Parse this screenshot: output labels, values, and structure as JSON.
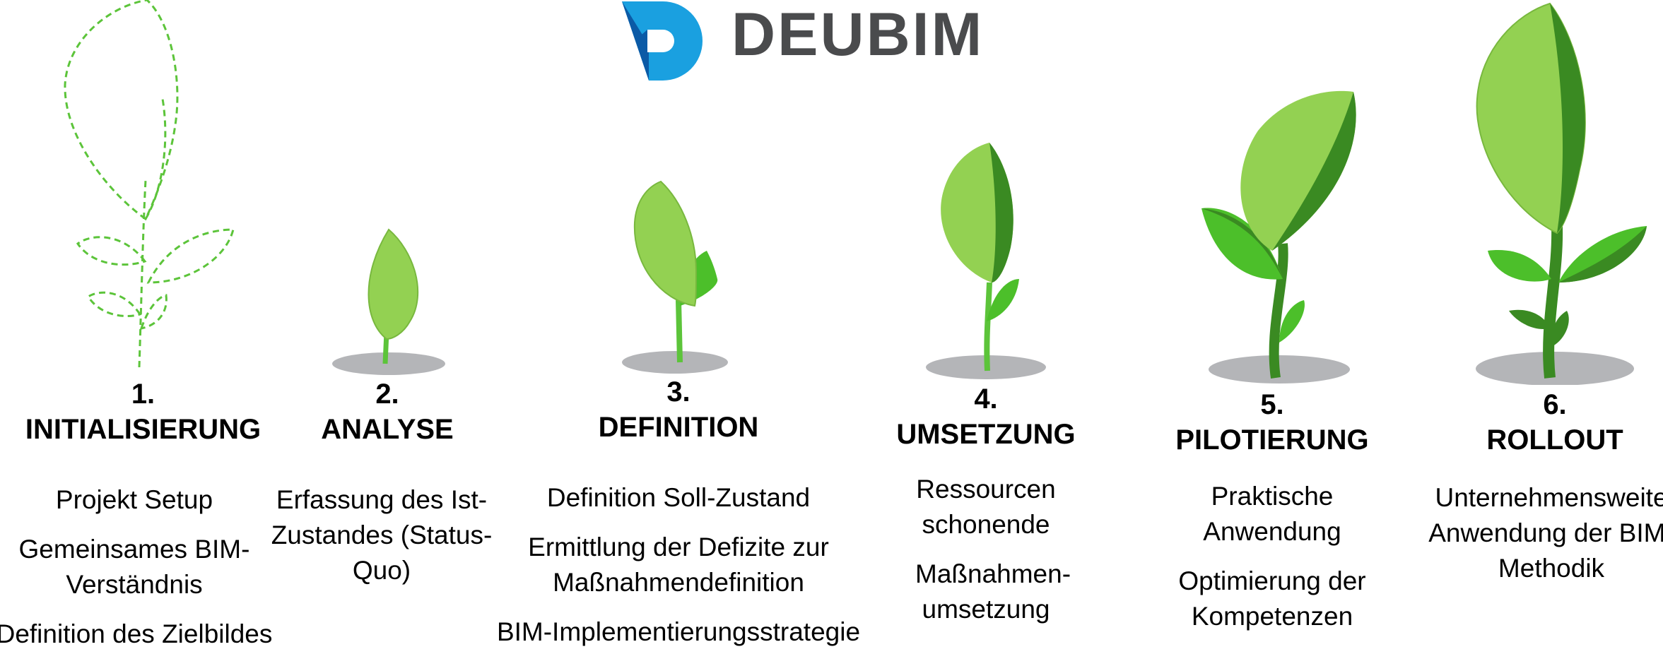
{
  "brand": {
    "name": "DEUBIM",
    "colors": {
      "logo_blue": "#1aa0e0",
      "logo_dark": "#0b5aa6",
      "text": "#4a4b4d"
    }
  },
  "colors": {
    "leaf_light": "#93d152",
    "leaf_mid": "#4cbf2a",
    "leaf_dark": "#3a8a22",
    "outline": "#5cc43a",
    "shadow": "#b4b5b8"
  },
  "stages": [
    {
      "number": "1.",
      "title": "INITIALISIERUNG",
      "items": [
        "Projekt Setup",
        "Gemeinsames BIM-Verständnis",
        "Definition des Zielbildes"
      ]
    },
    {
      "number": "2.",
      "title": "ANALYSE",
      "items": [
        "Erfassung des Ist-Zustandes (Status-Quo)"
      ]
    },
    {
      "number": "3.",
      "title": "DEFINITION",
      "items": [
        "Definition Soll-Zustand",
        "Ermittlung der Defizite zur Maßnahmendefinition",
        "BIM-Implementierungsstrategie"
      ]
    },
    {
      "number": "4.",
      "title": "UMSETZUNG",
      "items": [
        "Ressourcen schonende",
        "Maßnahmen-umsetzung"
      ]
    },
    {
      "number": "5.",
      "title": "PILOTIERUNG",
      "items": [
        "Praktische Anwendung",
        "Optimierung der Kompetenzen"
      ]
    },
    {
      "number": "6.",
      "title": "ROLLOUT",
      "items": [
        "Unternehmensweite Anwendung der BIM-Methodik"
      ]
    }
  ]
}
